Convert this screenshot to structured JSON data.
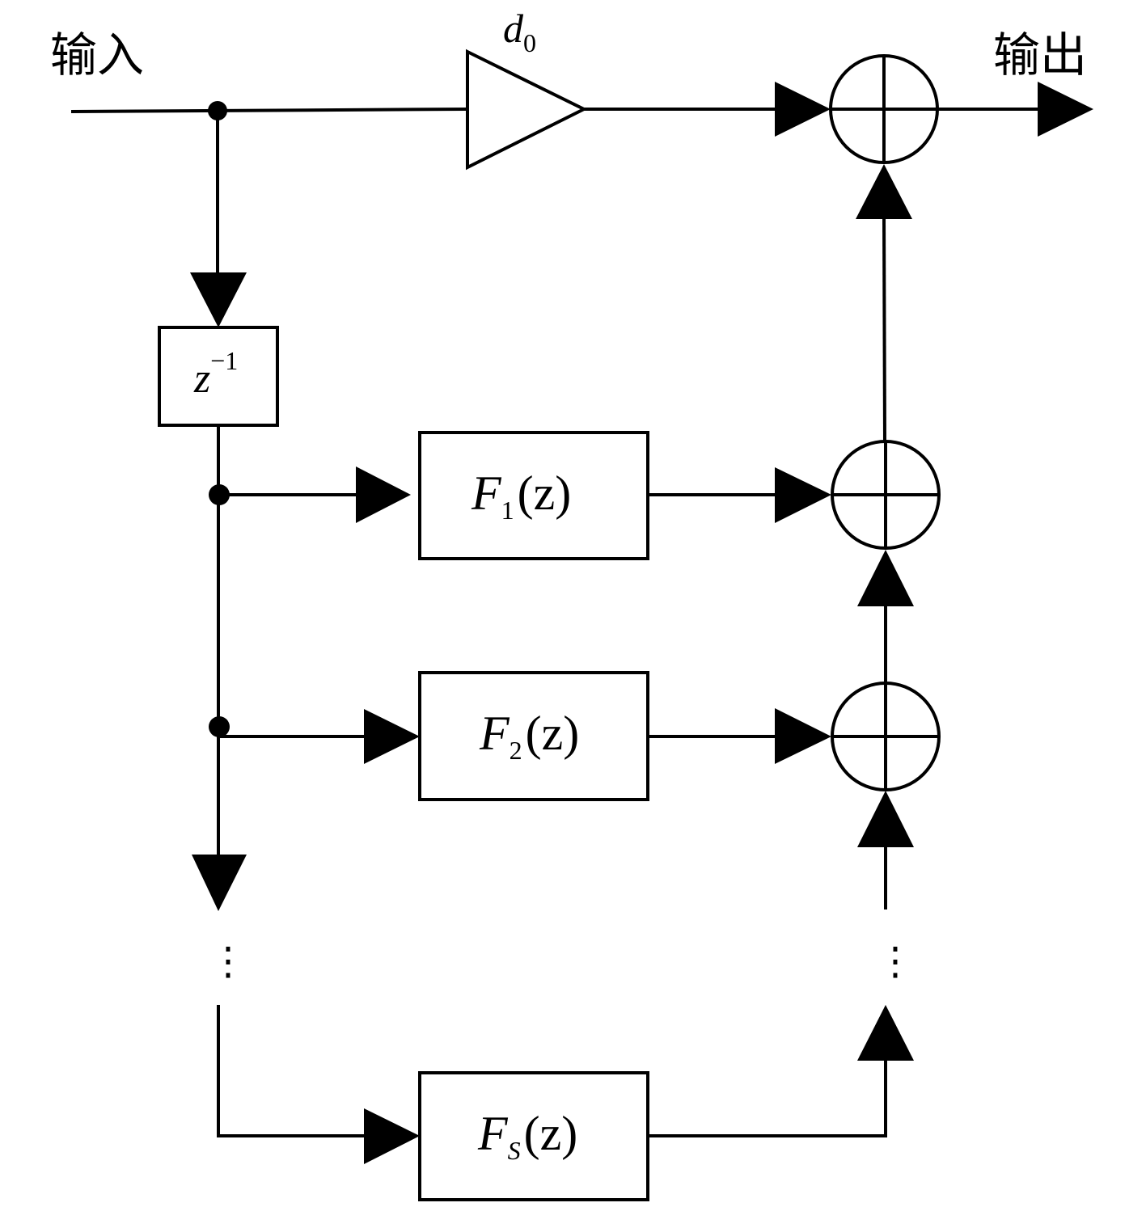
{
  "labels": {
    "input": "输入",
    "output": "输出",
    "gain": "d",
    "gain_sub": "0",
    "delay": "z",
    "delay_sup": "−1"
  },
  "blocks": [
    {
      "name": "F",
      "sub": "1",
      "arg": "(z)"
    },
    {
      "name": "F",
      "sub": "2",
      "arg": "(z)"
    },
    {
      "name": "F",
      "sub": "S",
      "arg": "(z)"
    }
  ],
  "ellipsis": "⋮"
}
